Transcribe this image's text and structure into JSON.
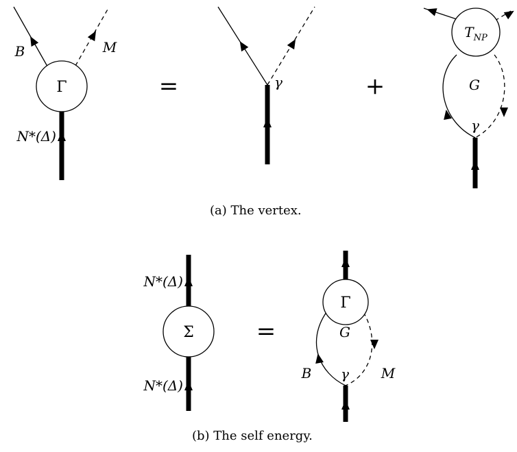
{
  "vertex": {
    "lhs_circle_label": "Γ",
    "baryon_label": "B",
    "meson_label": "M",
    "resonance_label": "N*(Δ)",
    "equals": "=",
    "bare_coupling_label": "γ",
    "plus": "+",
    "tmatrix_label": "T",
    "tmatrix_subscript": "NP",
    "propagator_label": "G",
    "loop_coupling_label": "γ",
    "caption": "(a) The vertex."
  },
  "self_energy": {
    "resonance_top_label": "N*(Δ)",
    "resonance_bottom_label": "N*(Δ)",
    "lhs_circle_label": "Σ",
    "equals": "=",
    "vertex_circle_label": "Γ",
    "propagator_label": "G",
    "baryon_label": "B",
    "meson_label": "M",
    "coupling_label": "γ",
    "caption": "(b) The self energy."
  },
  "colors": {
    "ink": "#000000",
    "background": "#ffffff"
  }
}
